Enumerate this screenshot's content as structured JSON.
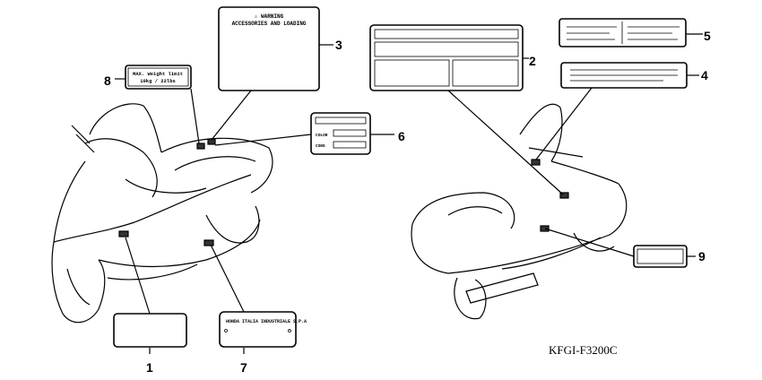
{
  "diagram_code": "KFGI-F3200C",
  "callouts": [
    {
      "number": "1"
    },
    {
      "number": "2"
    },
    {
      "number": "3",
      "label_lines": [
        "⚠ WARNING",
        "ACCESSORIES AND LOADING"
      ]
    },
    {
      "number": "4"
    },
    {
      "number": "5"
    },
    {
      "number": "6",
      "field_labels": [
        "COLOR",
        "CODE"
      ]
    },
    {
      "number": "7",
      "label_text": "HONDA ITALIA INDUSTRIALE S.P.A"
    },
    {
      "number": "8",
      "label_lines": [
        "MAX. Weight limit",
        "10kg / 22lbs"
      ]
    },
    {
      "number": "9"
    }
  ]
}
